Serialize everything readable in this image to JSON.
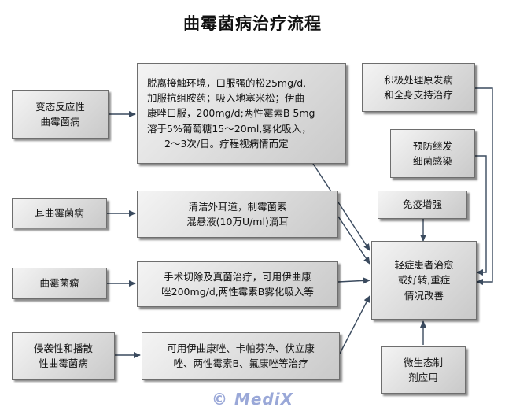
{
  "title": "曲霉菌病治疗流程",
  "nodes": {
    "allergic": [
      "变态反应性",
      "曲霉菌病"
    ],
    "allergic_treatment": [
      "脱离接触环境，口服强的松25mg/d,",
      "加服抗组胺药；吸入地塞米松；伊曲",
      "康唑口服，200mg/d;两性霉素B 5mg",
      "溶于5%葡萄糖15～20ml,雾化吸入，",
      "2～3次/日。疗程视病情而定"
    ],
    "ear": [
      "耳曲霉菌病"
    ],
    "ear_treatment": [
      "清洁外耳道，制霉菌素",
      "混悬液(10万U/ml)滴耳"
    ],
    "tumor": [
      "曲霉菌瘤"
    ],
    "tumor_treatment": [
      "手术切除及真菌治疗，可用伊曲康",
      "唑200mg/d,两性霉素B雾化吸入等"
    ],
    "invasive": [
      "侵袭性和播散",
      "性曲霉菌病"
    ],
    "invasive_treatment": [
      "可用伊曲康唑、卡帕芬净、伏立康",
      "唑、两性霉素B、氟康唑等治疗"
    ],
    "primary": [
      "积极处理原发病",
      "和全身支持治疗"
    ],
    "prevent": [
      "预防继发",
      "细菌感染"
    ],
    "immune": [
      "免疫增强"
    ],
    "outcome": [
      "轻症患者治愈",
      "或好转,重症",
      "情况改善"
    ],
    "microbe": [
      "微生态制",
      "剂应用"
    ]
  },
  "watermark": "© MediX",
  "colors": {
    "line": "#3a4a5e",
    "box_border": "#6e6e6e"
  }
}
